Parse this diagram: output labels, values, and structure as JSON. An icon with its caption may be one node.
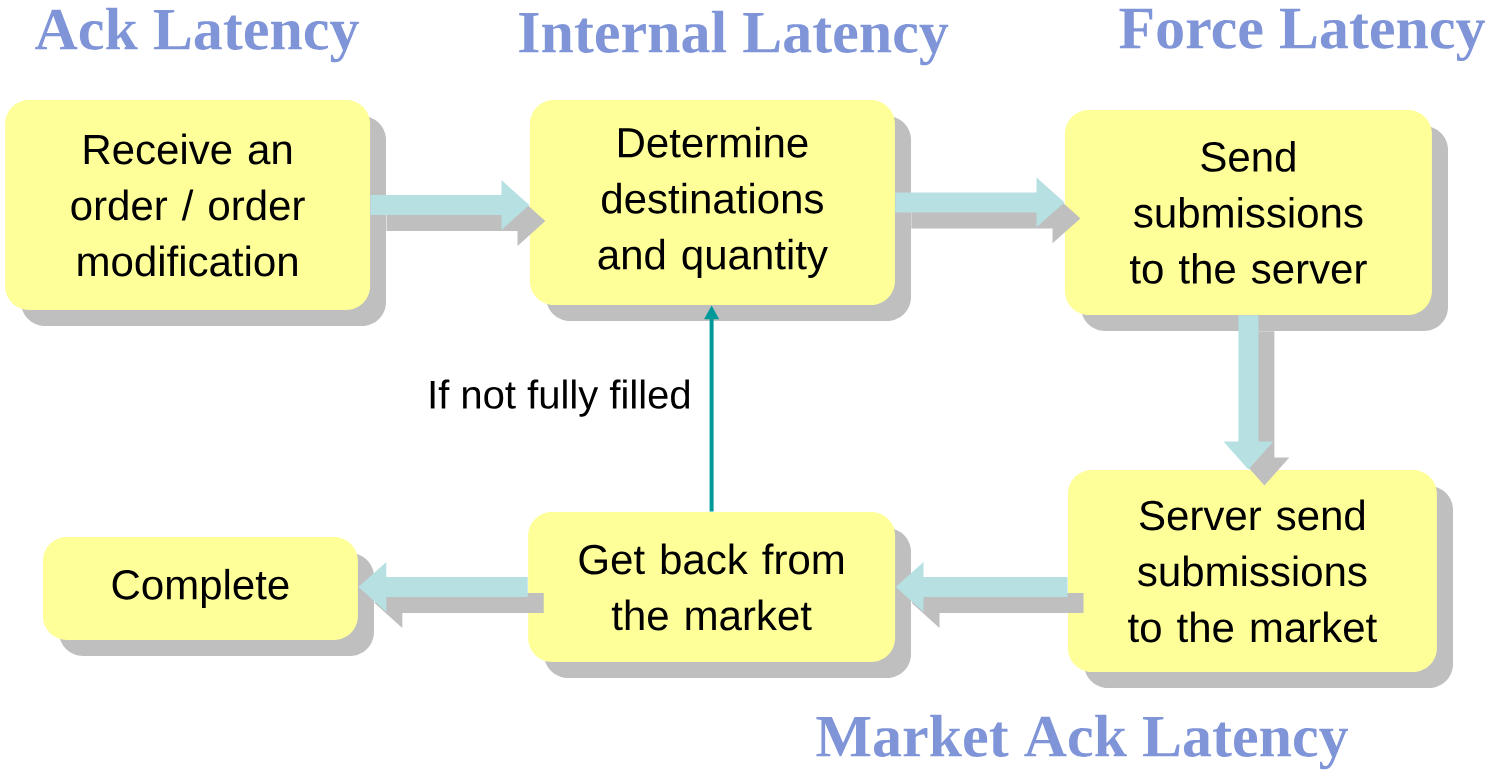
{
  "diagram": {
    "nodes": [
      {
        "text": [
          "Receive an order / order modification"
        ]
      },
      {
        "text": [
          "Determine destinations and quantity"
        ]
      },
      {
        "text": [
          "Send submissions to the server"
        ]
      },
      {
        "text": [
          "Server send submissions to the market"
        ]
      },
      {
        "text": [
          "Get back from the market"
        ]
      },
      {
        "text": [
          "Complete"
        ]
      }
    ],
    "edges": [
      {
        "from": 0,
        "to": 1,
        "arrow": "to"
      },
      {
        "from": 1,
        "to": 2,
        "arrow": "to"
      },
      {
        "from": 2,
        "to": 3,
        "arrow": "to"
      },
      {
        "from": 3,
        "to": 4,
        "arrow": "to"
      },
      {
        "from": 4,
        "to": 5,
        "arrow": "to"
      },
      {
        "from": 4,
        "to": 1,
        "arrow": "to",
        "label": "If not fully filled",
        "color": "#009999"
      }
    ],
    "labels": [
      "Ack Latency",
      "Internal Latency",
      "Force Latency",
      "Market Ack Latency"
    ]
  }
}
